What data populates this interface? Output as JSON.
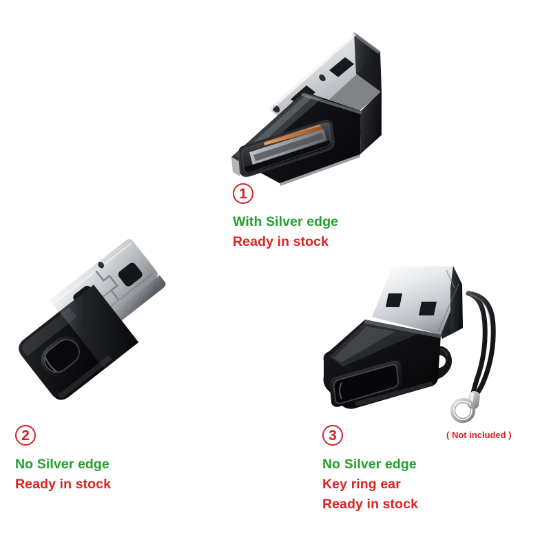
{
  "page": {
    "background_color": "#ffffff",
    "product_type": "USB-C female to USB-A male OTG adapter",
    "variant_count": 3
  },
  "colors": {
    "badge_outline": "#d81f26",
    "badge_number": "#d81f26",
    "feature_green": "#22a02a",
    "stock_red": "#dd2222",
    "note_red": "#d8202a",
    "body_black": "#141414",
    "connector_silver": "#c9ccd0"
  },
  "variants": [
    {
      "number": "1",
      "badge_label": "1",
      "lines": [
        {
          "text": "With Silver edge",
          "color": "green"
        },
        {
          "text": "Ready in stock",
          "color": "red"
        }
      ],
      "has_silver_edge": true,
      "has_key_ring": false
    },
    {
      "number": "2",
      "badge_label": "2",
      "lines": [
        {
          "text": "No Silver edge",
          "color": "green"
        },
        {
          "text": "Ready in stock",
          "color": "red"
        }
      ],
      "has_silver_edge": false,
      "has_key_ring": false
    },
    {
      "number": "3",
      "badge_label": "3",
      "lines": [
        {
          "text": "No Silver edge",
          "color": "green"
        },
        {
          "text": "Key ring ear",
          "color": "red"
        },
        {
          "text": "Ready in stock",
          "color": "red"
        }
      ],
      "has_silver_edge": false,
      "has_key_ring": true
    }
  ],
  "accessory": {
    "name": "lanyard-strap",
    "note": "( Not included )"
  }
}
